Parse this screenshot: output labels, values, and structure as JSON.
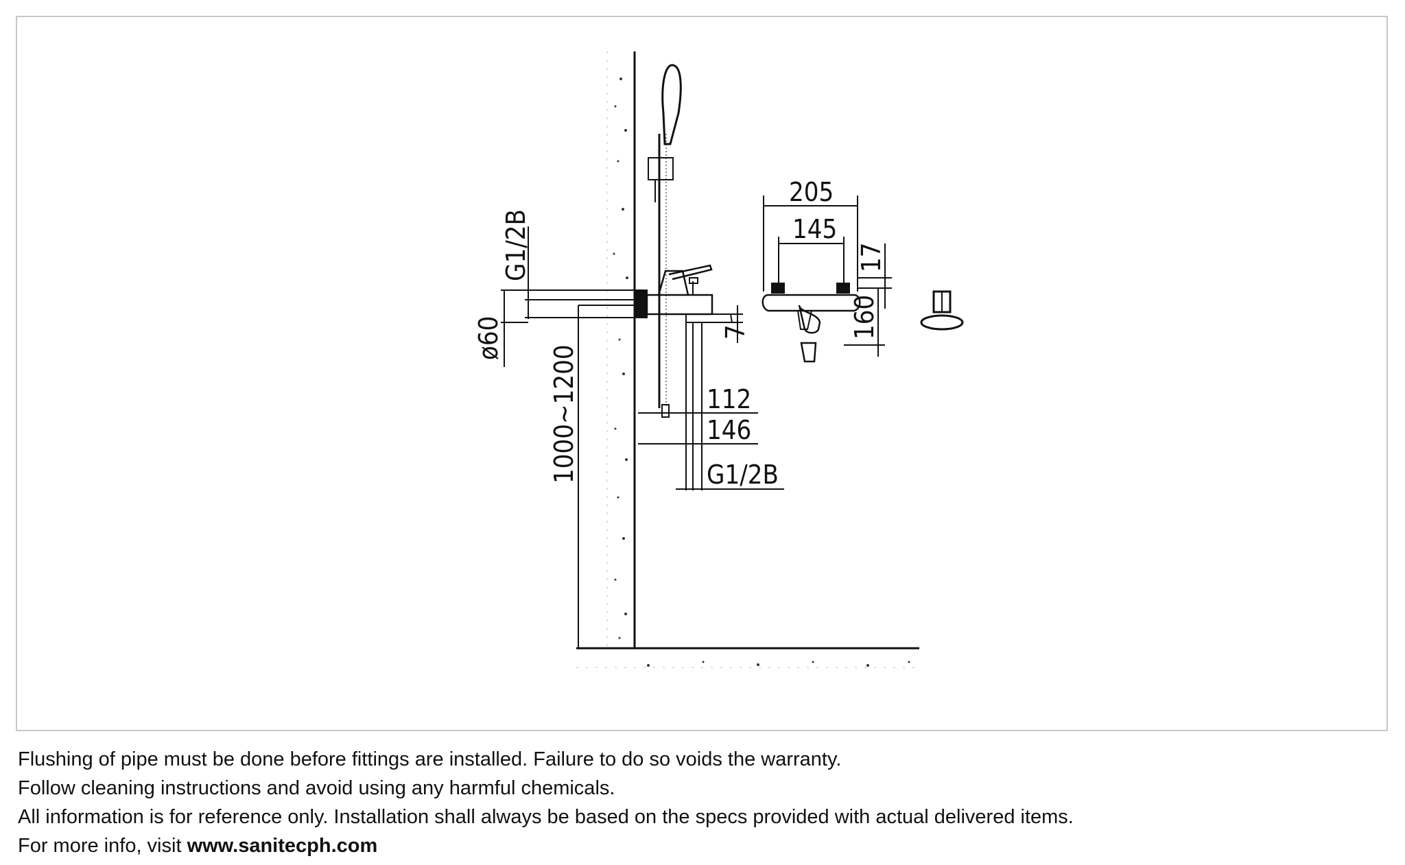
{
  "diagram": {
    "dimensions": {
      "d205": "205",
      "d145": "145",
      "d17": "17",
      "d160": "160",
      "d7": "7",
      "d112": "112",
      "d146": "146",
      "thread_right": "G1/2B",
      "thread_left": "G1/2B",
      "dia60": "ø60",
      "height": "1000~1200"
    }
  },
  "notes": {
    "line1": "Flushing of pipe must be done before fittings are installed. Failure to do so voids the warranty.",
    "line2": "Follow cleaning instructions and avoid using any harmful chemicals.",
    "line3": "All information is for reference only. Installation shall always be based on the specs provided with actual delivered items.",
    "line4_prefix": "For more info, visit ",
    "line4_link": "www.sanitecph.com"
  }
}
